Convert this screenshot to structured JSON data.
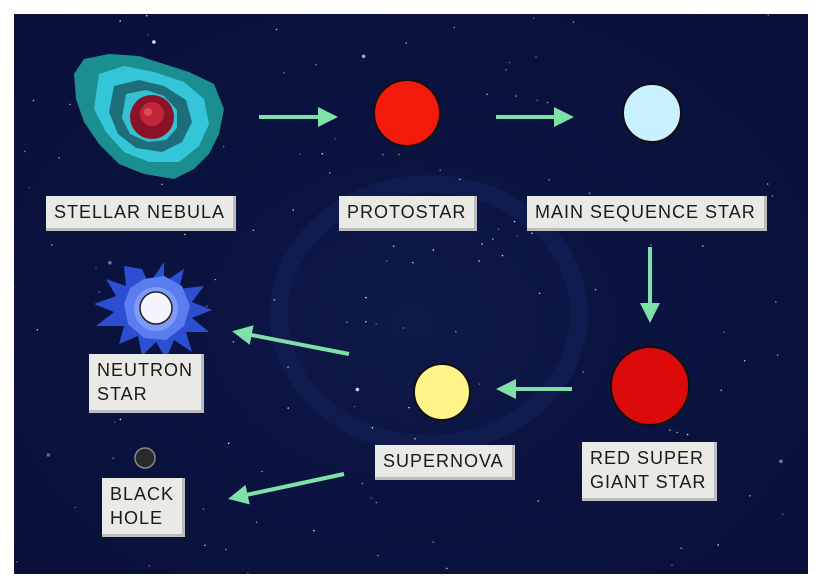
{
  "stages": {
    "stellar_nebula": "STELLAR NEBULA",
    "protostar": "PROTOSTAR",
    "main_sequence": "MAIN SEQUENCE STAR",
    "red_super_giant": "RED SUPER\nGIANT STAR",
    "supernova": "SUPERNOVA",
    "neutron_star": "NEUTRON\nSTAR",
    "black_hole": "BLACK\nHOLE"
  },
  "colors": {
    "background": "#0b1340",
    "arrow": "#7fe0a8",
    "protostar": "#f21a0a",
    "main_sequence": "#c9f1ff",
    "red_super_giant": "#dc0a0a",
    "supernova": "#fff48a",
    "neutron_core": "#f4f4ff",
    "black_hole": "#2a2a2a",
    "nebula_outer": "#2aa3a8",
    "nebula_inner": "#a0152a"
  }
}
